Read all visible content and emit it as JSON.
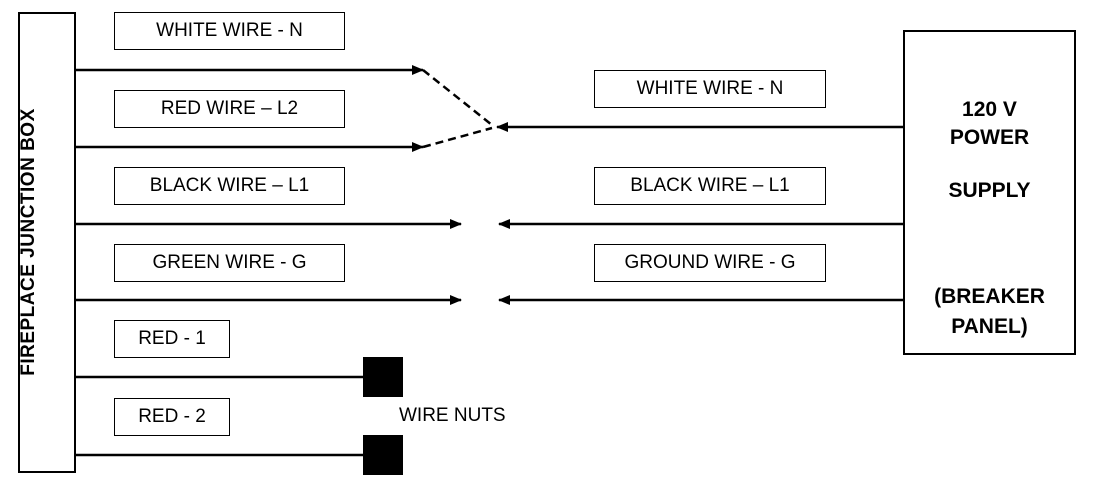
{
  "junction_box": {
    "label": "FIREPLACE JUNCTION BOX"
  },
  "power_supply": {
    "line1": "120 V",
    "line2": "POWER",
    "line3": "SUPPLY",
    "line4": "(BREAKER",
    "line5": "PANEL)"
  },
  "left_labels": {
    "white": "WHITE WIRE - N",
    "red": "RED WIRE – L2",
    "black": "BLACK WIRE – L1",
    "green": "GREEN WIRE - G",
    "red1": "RED - 1",
    "red2": "RED - 2"
  },
  "right_labels": {
    "white": "WHITE WIRE - N",
    "black": "BLACK WIRE – L1",
    "ground": "GROUND WIRE - G"
  },
  "wire_nuts": {
    "label": "WIRE NUTS"
  },
  "colors": {
    "line": "#000000",
    "background": "#ffffff"
  }
}
